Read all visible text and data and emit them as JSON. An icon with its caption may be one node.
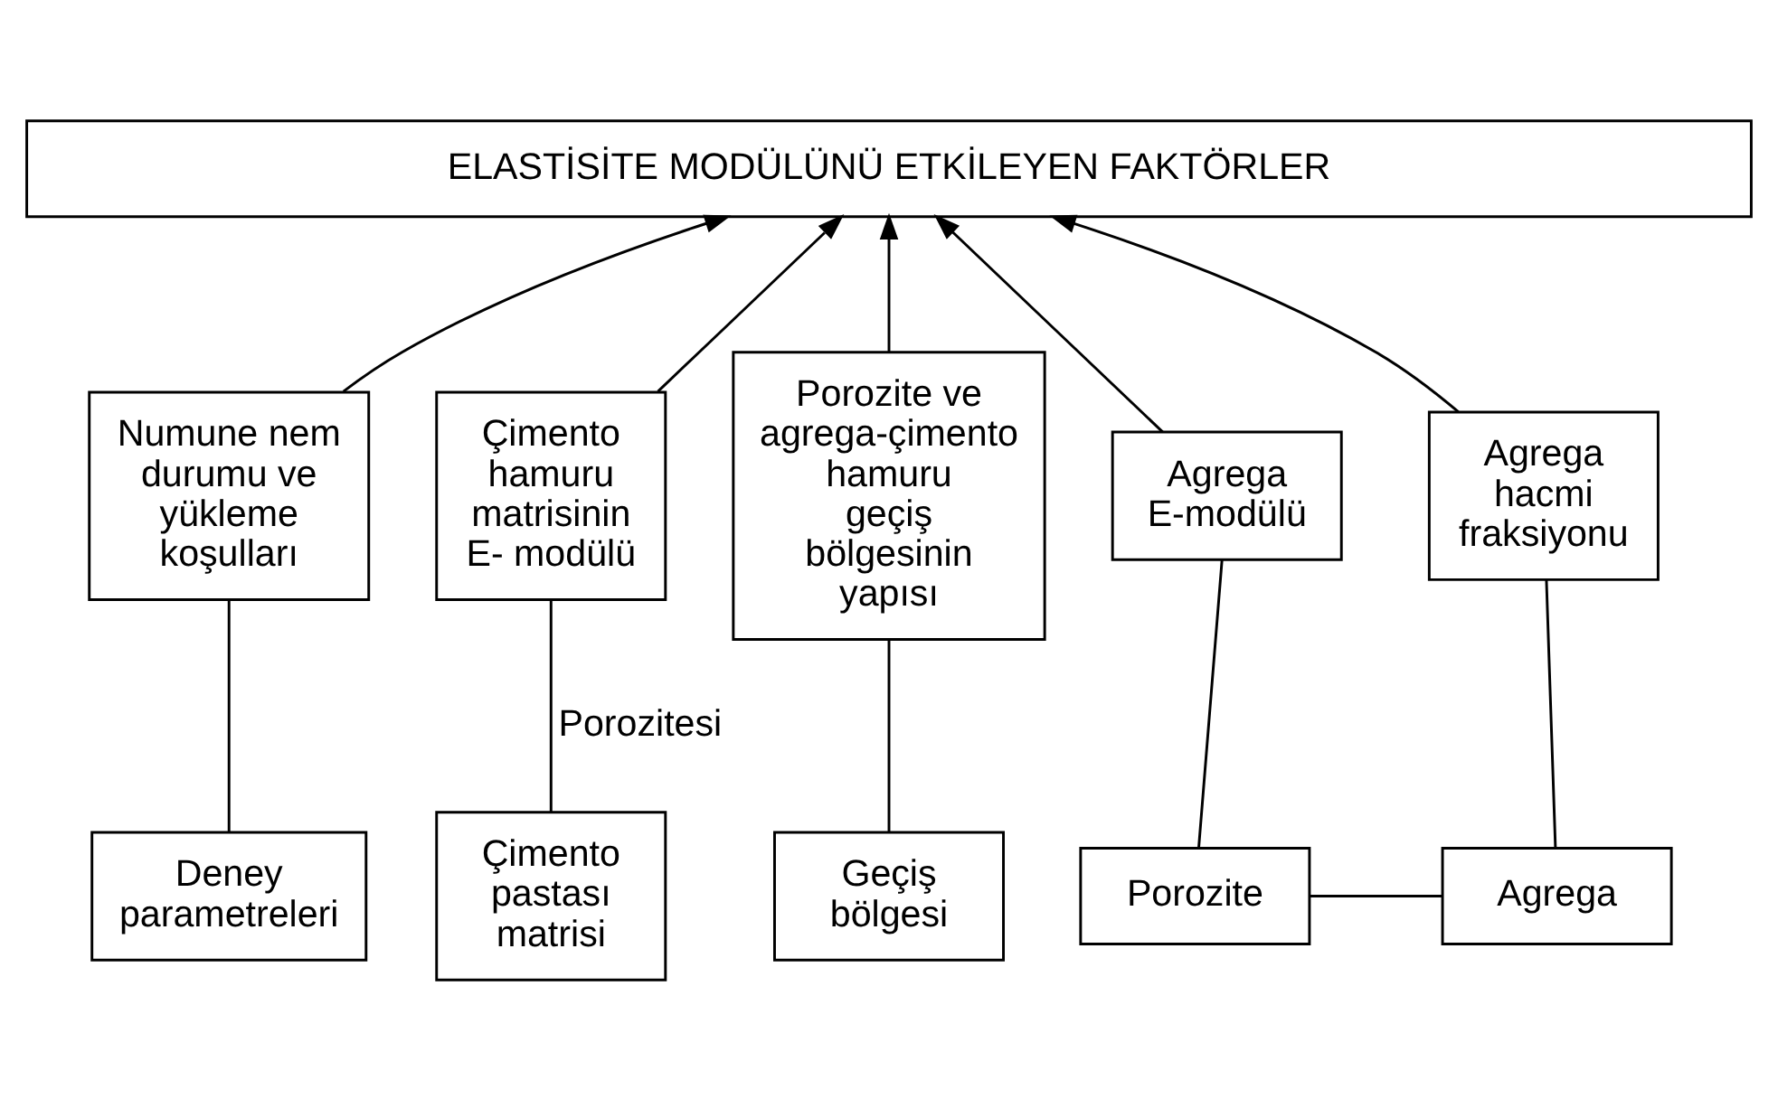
{
  "diagram": {
    "nodes": [
      {
        "text": [
          "ELASTİSİTE MODÜLÜNÜ ETKİLEYEN FAKTÖRLER"
        ]
      },
      {
        "text": [
          "Numune nem durumu ve yükleme koşulları"
        ]
      },
      {
        "text": [
          "Çimento hamuru matrisinin E- modülü"
        ]
      },
      {
        "text": [
          "Porozite ve agrega-çimento hamuru geçiş bölgesinin yapısı"
        ]
      },
      {
        "text": [
          "Agrega E-modülü"
        ]
      },
      {
        "text": [
          "Agrega hacmi fraksiyonu"
        ]
      },
      {
        "text": [
          "Deney parametreleri"
        ]
      },
      {
        "text": [
          "Çimento pastası matrisi"
        ]
      },
      {
        "text": [
          "Geçiş bölgesi"
        ]
      },
      {
        "text": [
          "Porozite"
        ]
      },
      {
        "text": [
          "Agrega"
        ]
      }
    ],
    "edges": [
      {
        "from": 1,
        "to": 0,
        "arrow": "to"
      },
      {
        "from": 2,
        "to": 0,
        "arrow": "to"
      },
      {
        "from": 3,
        "to": 0,
        "arrow": "to"
      },
      {
        "from": 4,
        "to": 0,
        "arrow": "to"
      },
      {
        "from": 5,
        "to": 0,
        "arrow": "to"
      },
      {
        "from": 6,
        "to": 1,
        "arrow": "none"
      },
      {
        "from": 7,
        "to": 2,
        "arrow": "none",
        "label": "Porozitesi"
      },
      {
        "from": 8,
        "to": 3,
        "arrow": "none"
      },
      {
        "from": 9,
        "to": 4,
        "arrow": "none"
      },
      {
        "from": 10,
        "to": 5,
        "arrow": "none"
      },
      {
        "from": 9,
        "to": 10,
        "arrow": "none"
      }
    ]
  }
}
